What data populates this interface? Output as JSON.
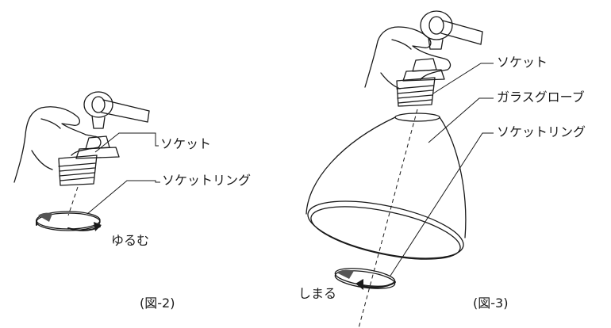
{
  "fig2": {
    "socket_label": "ソケット",
    "socket_ring_label": "ソケットリング",
    "action_label": "ゆるむ",
    "caption": "(図-2)"
  },
  "fig3": {
    "socket_label": "ソケット",
    "globe_label": "ガラスグローブ",
    "socket_ring_label": "ソケットリング",
    "action_label": "しまる",
    "caption": "(図-3)"
  }
}
